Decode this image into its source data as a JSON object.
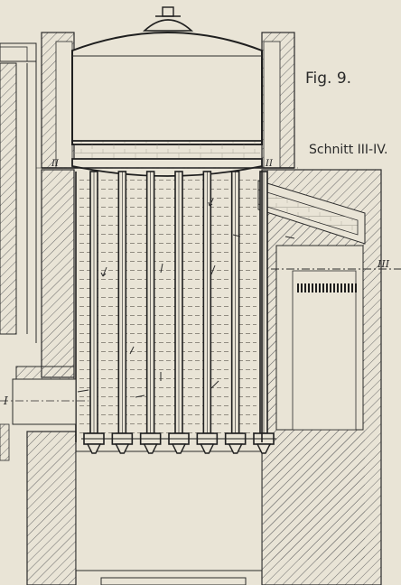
{
  "figure": {
    "fig_label": "Fig. 9.",
    "section_label": "Schnitt III-IV.",
    "marker_left_II": "II",
    "marker_right_II": "II",
    "marker_III": "III",
    "marker_I": "I"
  },
  "tubes": {
    "count": 7
  },
  "colors": {
    "paper": "#e9e4d6",
    "ink": "#2b2b2b",
    "hatch": "#6a6a6a",
    "water": "#3a3a3a"
  }
}
